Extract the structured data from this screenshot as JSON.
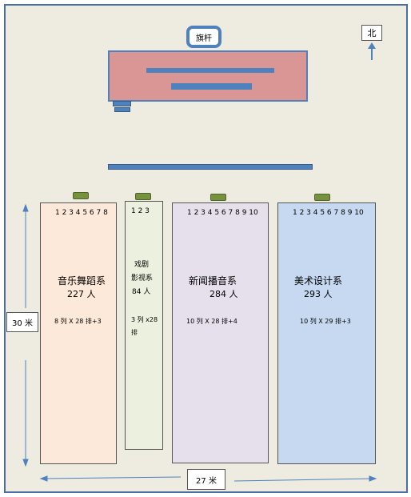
{
  "flagpole": {
    "label": "旗杆"
  },
  "north": {
    "label": "北"
  },
  "dimensions": {
    "height": "30 米",
    "width": "27 米"
  },
  "colors": {
    "stage": "#d99694",
    "accent": "#4f81bd",
    "marker": "#76923c",
    "background": "#eeece1"
  },
  "departments": [
    {
      "columns": "1 2 3 4 5 6 7 8",
      "name": "音乐舞蹈系",
      "count": "227 人",
      "layout": "8 列  X 28 排+3",
      "color": "#fde9d9"
    },
    {
      "columns": "1 2 3",
      "name_line1": "戏剧",
      "name_line2": "影视系",
      "count": "84 人",
      "layout_line1": "3 列 x28",
      "layout_line2": "排",
      "color": "#ebf1de"
    },
    {
      "columns": "1 2 3 4 5 6 7 8 9 10",
      "name": "新闻播音系",
      "count": "284 人",
      "layout": "10 列  X 28 排+4",
      "color": "#e5e0ec"
    },
    {
      "columns": "1 2 3 4 5 6 7 8 9 10",
      "name": "美术设计系",
      "count": "293 人",
      "layout": "10 列  X 29 排+3",
      "color": "#c6d9f1"
    }
  ]
}
